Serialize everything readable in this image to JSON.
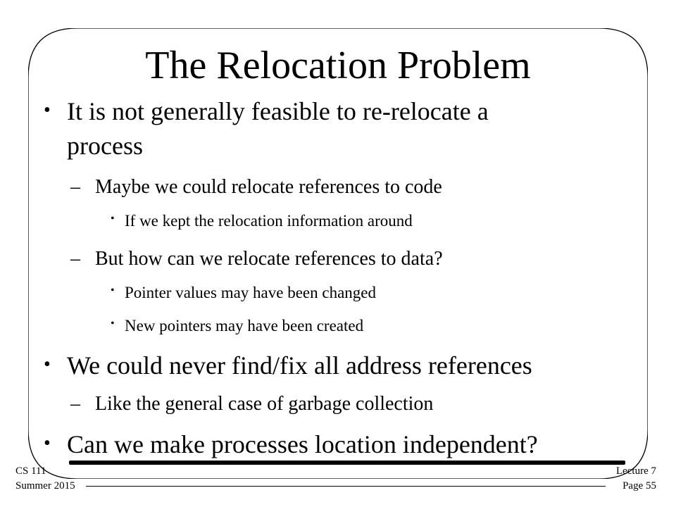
{
  "slide": {
    "title": "The Relocation Problem",
    "bullets": [
      {
        "level": 1,
        "marker": "•",
        "lines": [
          "It is not generally feasible to re-relocate a",
          "process"
        ]
      },
      {
        "level": 2,
        "marker": "–",
        "lines": [
          "Maybe we could relocate references to code"
        ]
      },
      {
        "level": 3,
        "marker": "•",
        "lines": [
          "If we kept the relocation information around"
        ]
      },
      {
        "level": 2,
        "marker": "–",
        "lines": [
          "But how can we relocate references to data?"
        ]
      },
      {
        "level": 3,
        "marker": "•",
        "lines": [
          "Pointer values may have been changed"
        ]
      },
      {
        "level": 3,
        "marker": "•",
        "lines": [
          "New pointers may have been created"
        ]
      },
      {
        "level": 1,
        "marker": "•",
        "lines": [
          "We could never find/fix all address references"
        ]
      },
      {
        "level": 2,
        "marker": "–",
        "lines": [
          "Like the general case of garbage collection"
        ]
      },
      {
        "level": 1,
        "marker": "•",
        "lines": [
          "Can we make processes location independent?"
        ]
      }
    ]
  },
  "footer": {
    "left_line1": "CS 111",
    "left_line2": "Summer 2015",
    "right_line1": "Lecture 7",
    "right_line2": "Page 55"
  }
}
